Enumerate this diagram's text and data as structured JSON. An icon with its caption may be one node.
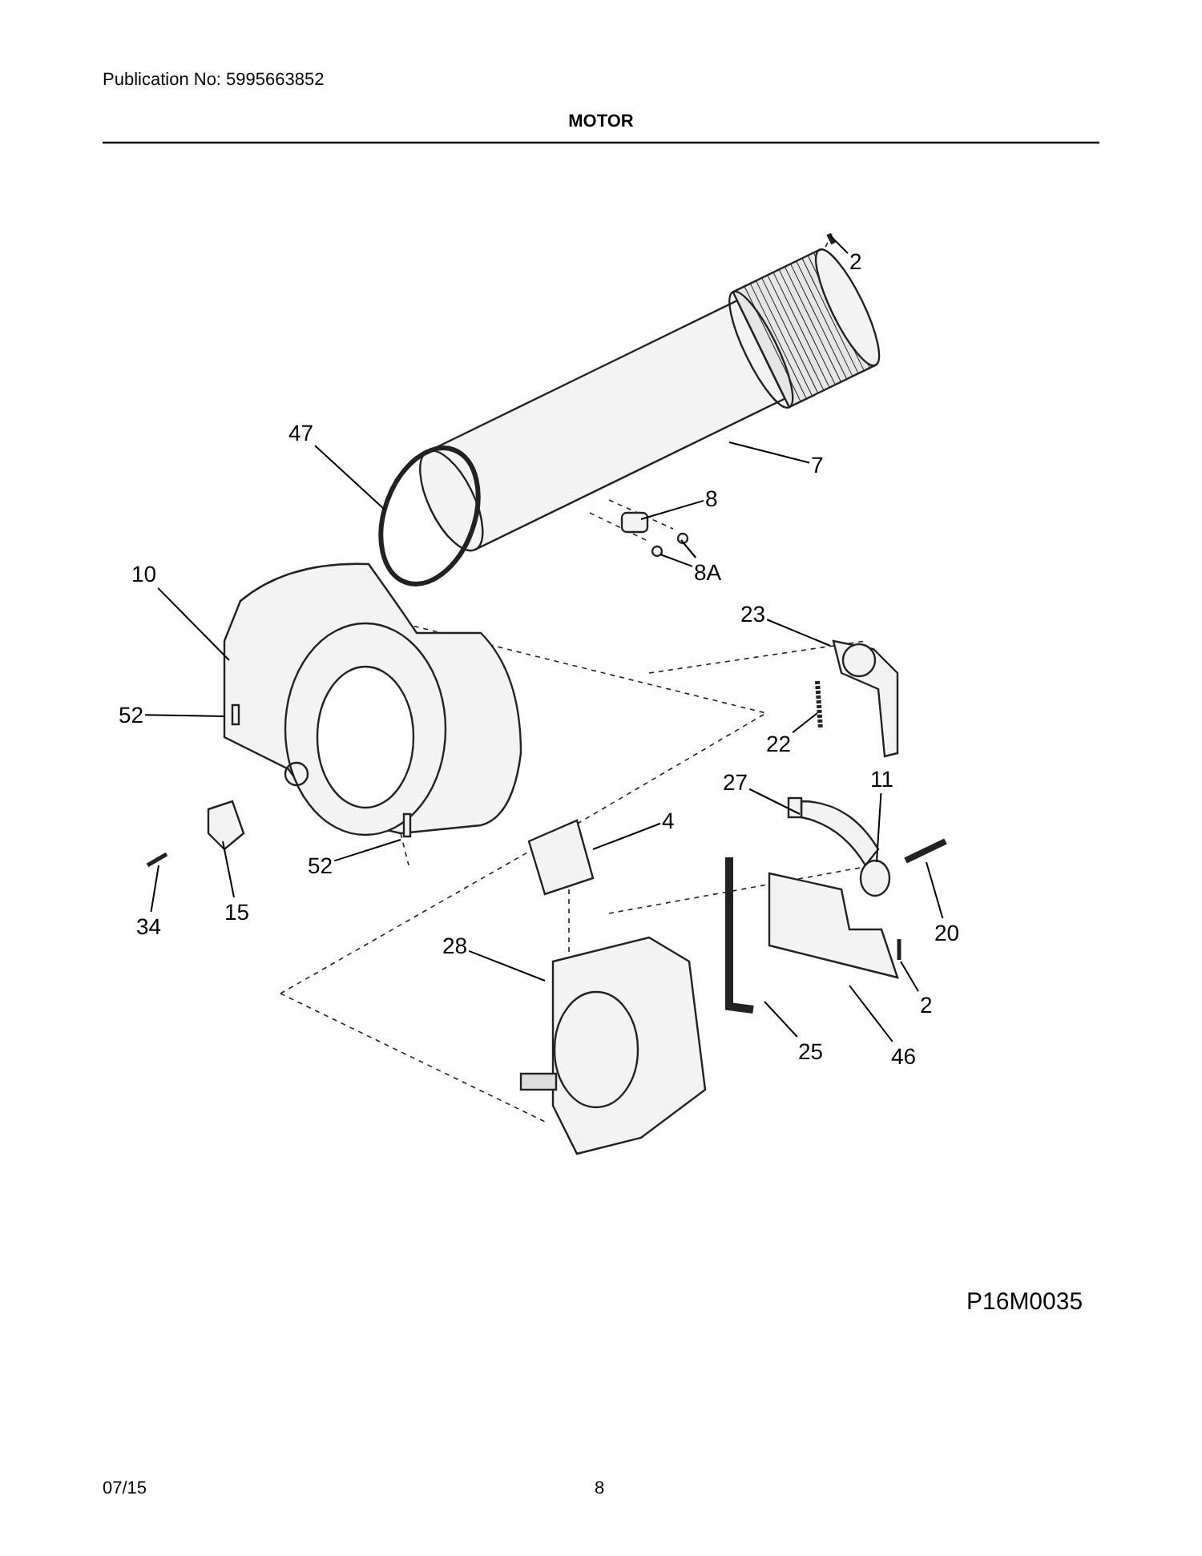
{
  "diagram": {
    "title": "MOTOR",
    "nodes": [
      {
        "text": [
          "2"
        ]
      },
      {
        "text": [
          "7"
        ]
      },
      {
        "text": [
          "47"
        ]
      },
      {
        "text": [
          "8"
        ]
      },
      {
        "text": [
          "8A"
        ]
      },
      {
        "text": [
          "10"
        ]
      },
      {
        "text": [
          "23"
        ]
      },
      {
        "text": [
          "52"
        ]
      },
      {
        "text": [
          "22"
        ]
      },
      {
        "text": [
          "27"
        ]
      },
      {
        "text": [
          "11"
        ]
      },
      {
        "text": [
          "4"
        ]
      },
      {
        "text": [
          "52"
        ]
      },
      {
        "text": [
          "34"
        ]
      },
      {
        "text": [
          "15"
        ]
      },
      {
        "text": [
          "20"
        ]
      },
      {
        "text": [
          "28"
        ]
      },
      {
        "text": [
          "2"
        ]
      },
      {
        "text": [
          "25"
        ]
      },
      {
        "text": [
          "46"
        ]
      }
    ],
    "edges": [
      {
        "from": 0,
        "to": null,
        "arrow": "none"
      },
      {
        "from": 1,
        "to": null,
        "arrow": "none"
      },
      {
        "from": 2,
        "to": null,
        "arrow": "none"
      },
      {
        "from": 3,
        "to": null,
        "arrow": "none"
      },
      {
        "from": 4,
        "to": null,
        "arrow": "none"
      },
      {
        "from": 4,
        "to": null,
        "arrow": "none"
      },
      {
        "from": 5,
        "to": null,
        "arrow": "none"
      },
      {
        "from": 6,
        "to": null,
        "arrow": "none"
      },
      {
        "from": 7,
        "to": null,
        "arrow": "none"
      },
      {
        "from": 8,
        "to": null,
        "arrow": "none"
      },
      {
        "from": 9,
        "to": null,
        "arrow": "none"
      },
      {
        "from": 10,
        "to": null,
        "arrow": "none"
      },
      {
        "from": 11,
        "to": null,
        "arrow": "none"
      },
      {
        "from": 12,
        "to": null,
        "arrow": "none"
      },
      {
        "from": 13,
        "to": null,
        "arrow": "none"
      },
      {
        "from": 14,
        "to": null,
        "arrow": "none"
      },
      {
        "from": 15,
        "to": null,
        "arrow": "none"
      },
      {
        "from": 16,
        "to": null,
        "arrow": "none"
      },
      {
        "from": 17,
        "to": null,
        "arrow": "none"
      },
      {
        "from": 18,
        "to": null,
        "arrow": "none"
      },
      {
        "from": 19,
        "to": null,
        "arrow": "none"
      }
    ],
    "labels": [
      "Publication No: 5995663852",
      "P16M0035",
      "07/15",
      "8"
    ]
  }
}
